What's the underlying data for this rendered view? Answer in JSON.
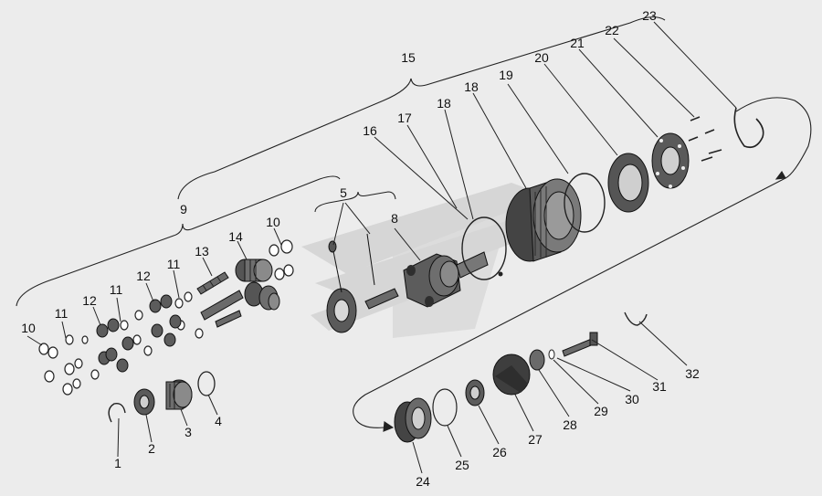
{
  "diagram": {
    "callouts": [
      {
        "id": "c1",
        "label": "1"
      },
      {
        "id": "c2",
        "label": "2"
      },
      {
        "id": "c3",
        "label": "3"
      },
      {
        "id": "c4",
        "label": "4"
      },
      {
        "id": "c5",
        "label": "5"
      },
      {
        "id": "c8",
        "label": "8"
      },
      {
        "id": "c9",
        "label": "9"
      },
      {
        "id": "c10a",
        "label": "10"
      },
      {
        "id": "c10b",
        "label": "10"
      },
      {
        "id": "c11a",
        "label": "11"
      },
      {
        "id": "c11b",
        "label": "11"
      },
      {
        "id": "c11c",
        "label": "11"
      },
      {
        "id": "c12a",
        "label": "12"
      },
      {
        "id": "c12b",
        "label": "12"
      },
      {
        "id": "c13",
        "label": "13"
      },
      {
        "id": "c14",
        "label": "14"
      },
      {
        "id": "c15",
        "label": "15"
      },
      {
        "id": "c16",
        "label": "16"
      },
      {
        "id": "c17",
        "label": "17"
      },
      {
        "id": "c18a",
        "label": "18"
      },
      {
        "id": "c18b",
        "label": "18"
      },
      {
        "id": "c19",
        "label": "19"
      },
      {
        "id": "c20",
        "label": "20"
      },
      {
        "id": "c21",
        "label": "21"
      },
      {
        "id": "c22",
        "label": "22"
      },
      {
        "id": "c23",
        "label": "23"
      },
      {
        "id": "c24",
        "label": "24"
      },
      {
        "id": "c25",
        "label": "25"
      },
      {
        "id": "c26",
        "label": "26"
      },
      {
        "id": "c27",
        "label": "27"
      },
      {
        "id": "c28",
        "label": "28"
      },
      {
        "id": "c29",
        "label": "29"
      },
      {
        "id": "c30",
        "label": "30"
      },
      {
        "id": "c31",
        "label": "31"
      },
      {
        "id": "c32",
        "label": "32"
      }
    ],
    "colors": {
      "background": "#ececec",
      "part_fill": "#7a7a7a",
      "part_dark": "#2a2a2a",
      "watermark": "#d8d8d8"
    }
  }
}
